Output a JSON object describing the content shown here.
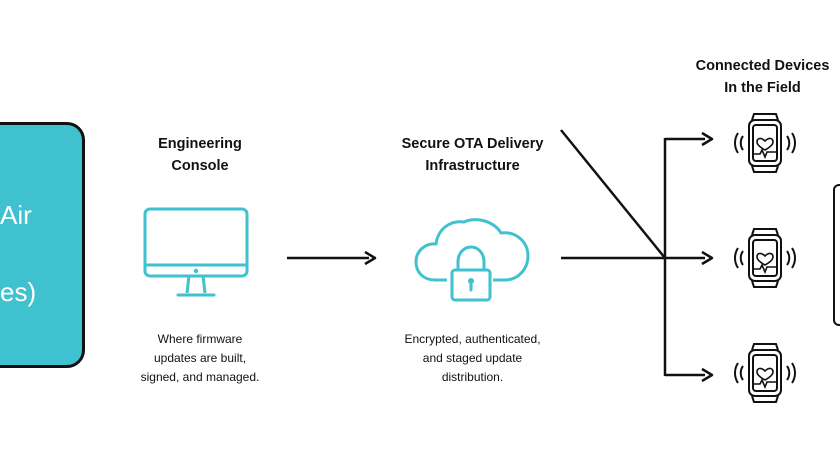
{
  "left_panel": {
    "line1": "Air",
    "line2": "es)",
    "color": "#3fc1d0"
  },
  "nodes": {
    "console": {
      "title_line1": "Engineering",
      "title_line2": "Console",
      "caption_line1": "Where firmware",
      "caption_line2": "updates are built,",
      "caption_line3": "signed, and managed.",
      "icon": "monitor-icon"
    },
    "delivery": {
      "title_line1": "Secure OTA Delivery",
      "title_line2": "Infrastructure",
      "caption_line1": "Encrypted, authenticated,",
      "caption_line2": "and staged update",
      "caption_line3": "distribution.",
      "icon": "cloud-lock-icon"
    },
    "devices": {
      "title_line1": "Connected Devices",
      "title_line2": "In the Field",
      "icon": "smartwatch-heart-icon",
      "count": 3
    }
  },
  "colors": {
    "accent": "#3fc1d0",
    "line": "#111111"
  }
}
